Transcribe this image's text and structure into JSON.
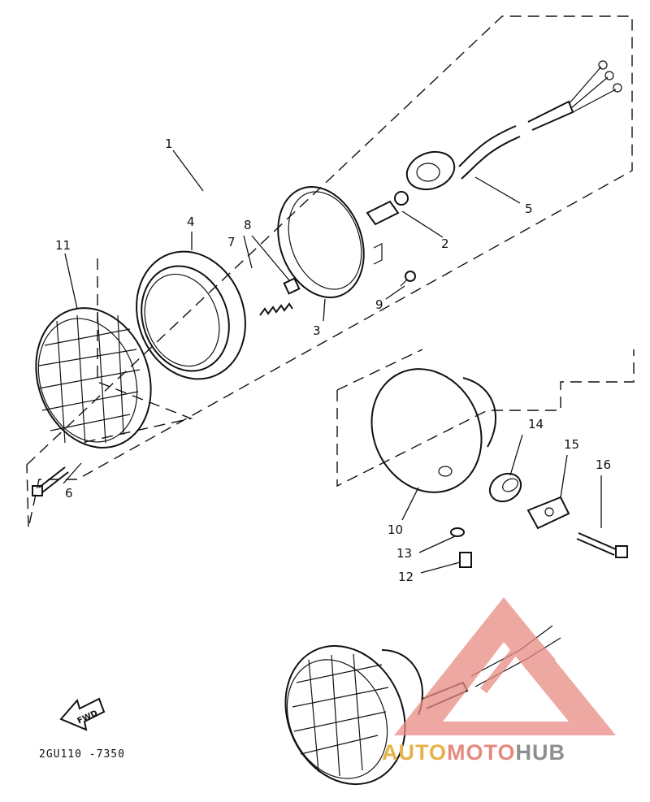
{
  "callouts": {
    "c1": "1",
    "c2": "2",
    "c3": "3",
    "c4": "4",
    "c5": "5",
    "c6": "6",
    "c7": "7",
    "c8": "8",
    "c9": "9",
    "c10": "10",
    "c11": "11",
    "c12": "12",
    "c13": "13",
    "c14": "14",
    "c15": "15",
    "c16": "16"
  },
  "fwd_label": "FWD",
  "diagram_code": "2GU110 -7350",
  "watermark": {
    "part1": "AUTO",
    "part2": "MOTO",
    "part3": "HUB",
    "colors": {
      "auto": "#e7b24a",
      "moto": "#e58a7f",
      "hub": "#8f8f8f",
      "logo": "#e98b84"
    }
  }
}
